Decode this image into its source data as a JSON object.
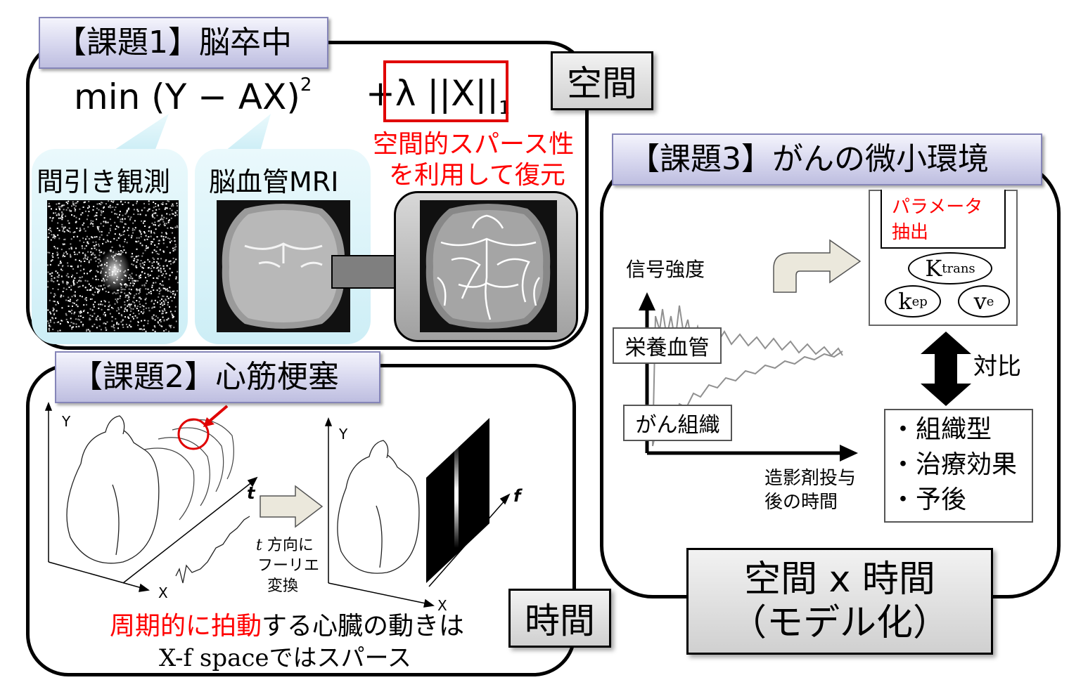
{
  "task1": {
    "title": "【課題1】脳卒中",
    "equation_main": "min  (Y − AX)",
    "equation_exp": "2",
    "equation_reg": "+λ ||X||",
    "equation_sub": "1",
    "bubble_left_label": "間引き観測",
    "bubble_right_label": "脳血管MRI",
    "annotation_line1": "空間的スパース性",
    "annotation_line2": "を利用して復元",
    "tag": "空間"
  },
  "task2": {
    "title": "【課題2】心筋梗塞",
    "axis_y1": "Y",
    "axis_x1": "X",
    "axis_t": "t",
    "axis_y2": "Y",
    "axis_x2": "X",
    "axis_f": "f",
    "fourier_line1_t": "t",
    "fourier_line1": " 方向に",
    "fourier_line2": "フーリエ",
    "fourier_line3": "変換",
    "caption_red": "周期的に拍動",
    "caption_black": "する心臓の動きは",
    "caption_line2": "X-f spaceではスパース",
    "tag": "時間"
  },
  "task3": {
    "title": "【課題3】がんの微小環境",
    "ylabel": "信号強度",
    "xlabel_line1": "造影剤投与",
    "xlabel_line2": "後の時間",
    "series_vessel": "栄養血管",
    "series_tumor": "がん組織",
    "param_line1": "パラメータ",
    "param_line2": "抽出",
    "k_trans_base": "K",
    "k_trans_sup": "trans",
    "k_ep_base": "k",
    "k_ep_sub": "ep",
    "v_e_base": "v",
    "v_e_sub": "e",
    "contrast_label": "対比",
    "result_1": "・組織型",
    "result_2": "・治療効果",
    "result_3": "・予後",
    "tag_line1": "空間 x 時間",
    "tag_line2": "（モデル化）"
  },
  "colors": {
    "accent_red": "#ff0000",
    "tab_fill": "#d6d6ee",
    "bubble_fill": "#d8f2f8"
  }
}
